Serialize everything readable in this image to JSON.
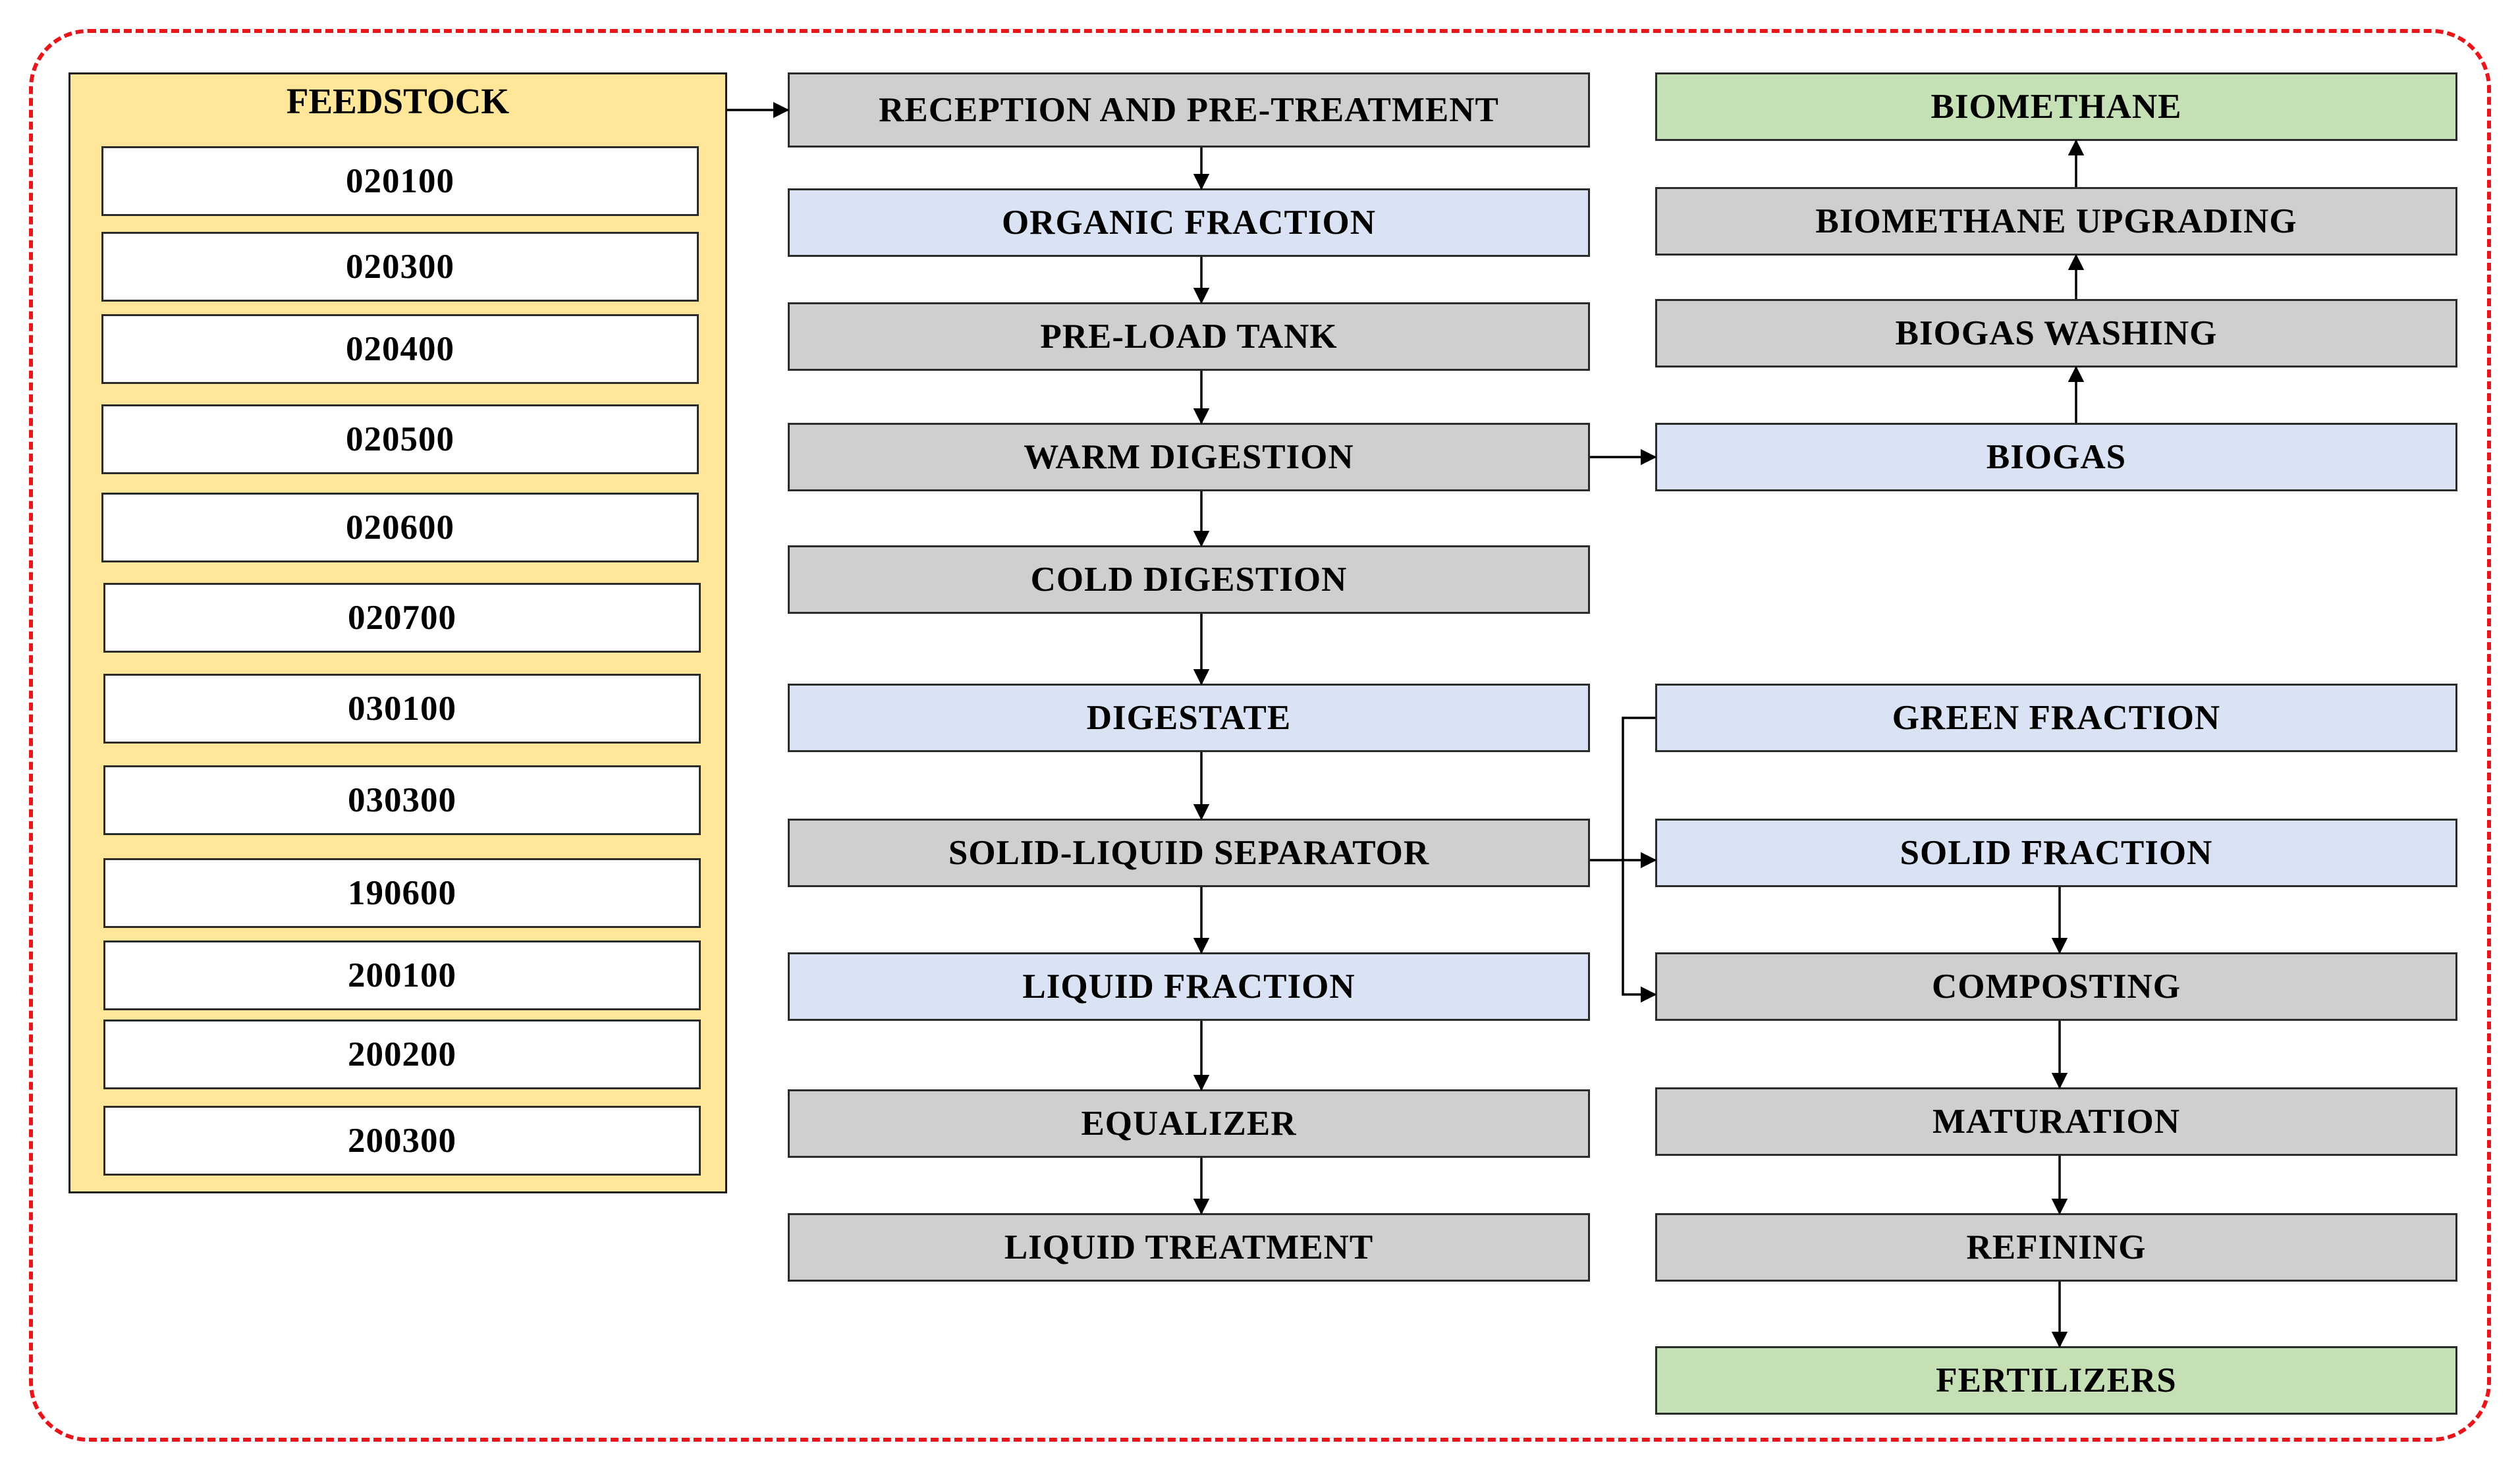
{
  "feedstock": {
    "title": "FEEDSTOCK",
    "codes": [
      "020100",
      "020300",
      "020400",
      "020500",
      "020600",
      "020700",
      "030100",
      "030300",
      "190600",
      "200100",
      "200200",
      "200300"
    ]
  },
  "process": {
    "reception": "RECEPTION AND PRE-TREATMENT",
    "organic_fraction": "ORGANIC FRACTION",
    "preload_tank": "PRE-LOAD TANK",
    "warm_digestion": "WARM DIGESTION",
    "cold_digestion": "COLD DIGESTION",
    "digestate": "DIGESTATE",
    "separator": "SOLID-LIQUID SEPARATOR",
    "liquid_fraction": "LIQUID FRACTION",
    "equalizer": "EQUALIZER",
    "liquid_treatment": "LIQUID TREATMENT"
  },
  "gas_line": {
    "biogas": "BIOGAS",
    "washing": "BIOGAS WASHING",
    "upgrading": "BIOMETHANE UPGRADING",
    "biomethane": "BIOMETHANE"
  },
  "solid_line": {
    "green_fraction": "GREEN FRACTION",
    "solid_fraction": "SOLID FRACTION",
    "composting": "COMPOSTING",
    "maturation": "MATURATION",
    "refining": "REFINING",
    "fertilizers": "FERTILIZERS"
  },
  "colors": {
    "process_box": "#d0cece",
    "intermediate_box": "#dae3f3",
    "product_box": "#c5e0b4",
    "feedstock_panel": "#ffe699",
    "frame_border": "#e8161b"
  }
}
